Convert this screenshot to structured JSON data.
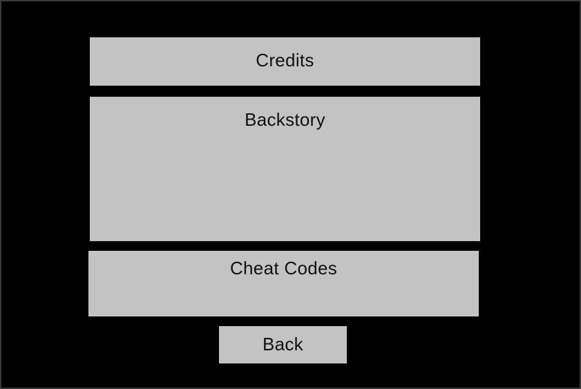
{
  "menu": {
    "credits_label": "Credits",
    "backstory_label": "Backstory",
    "cheat_codes_label": "Cheat Codes",
    "back_label": "Back"
  },
  "colors": {
    "background": "#000000",
    "panel": "#c3c3c3",
    "text": "#111111"
  }
}
